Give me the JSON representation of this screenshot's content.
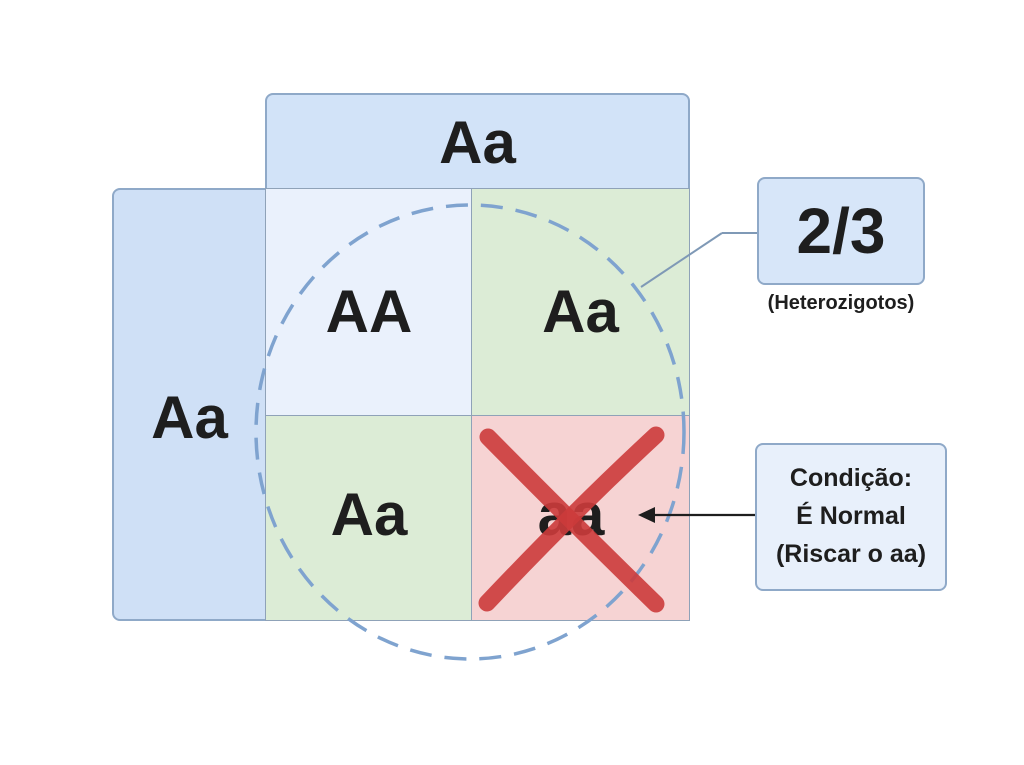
{
  "punnett": {
    "top_parent": "Aa",
    "left_parent": "Aa",
    "cells": {
      "top_left": "AA",
      "top_right": "Aa",
      "bottom_left": "Aa",
      "bottom_right": "aa"
    }
  },
  "ratio_callout": {
    "value": "2/3",
    "caption": "(Heterozigotos)"
  },
  "condition_callout": {
    "line1": "Condição:",
    "line2": "É Normal",
    "line3": "(Riscar o aa)"
  },
  "colors": {
    "header_blue": "#d2e3f8",
    "cell_light_blue": "#eaf1fc",
    "cell_green": "#dcecd6",
    "cell_red": "#f6d3d3",
    "cross_red": "#cc3b3b",
    "dashed_circle": "#7fa3cf"
  }
}
